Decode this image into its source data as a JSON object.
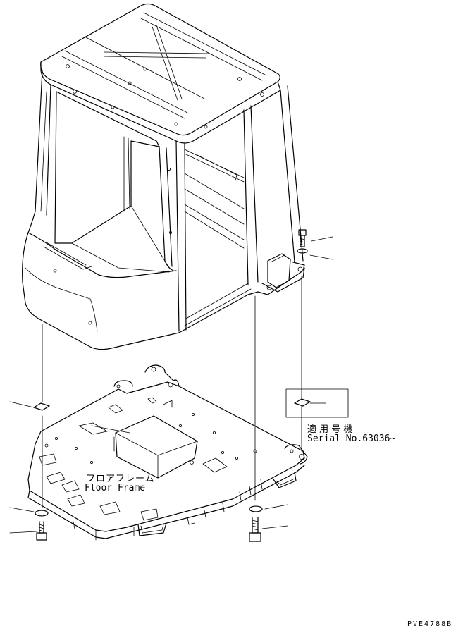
{
  "labels": {
    "floor_frame_jp": "フロアフレーム",
    "floor_frame_en": "Floor Frame",
    "serial_jp": "適 用 号 機",
    "serial_en": "Serial No.63036~",
    "drawing_code": "PVE4788B"
  }
}
